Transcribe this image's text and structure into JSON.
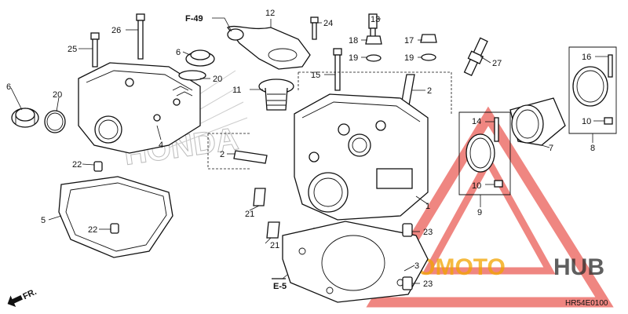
{
  "diagram": {
    "references": {
      "f49": "F-49",
      "e5": "E-5",
      "front": "FR."
    },
    "diagram_code": "HR54E0100",
    "honda_mark": "HONDA",
    "watermark": {
      "part1": "AUTOMOTO",
      "part2": "HUB"
    },
    "callouts": [
      {
        "label": "1"
      },
      {
        "label": "2"
      },
      {
        "label": "2"
      },
      {
        "label": "3"
      },
      {
        "label": "4"
      },
      {
        "label": "5"
      },
      {
        "label": "6"
      },
      {
        "label": "6"
      },
      {
        "label": "7"
      },
      {
        "label": "8"
      },
      {
        "label": "9"
      },
      {
        "label": "10"
      },
      {
        "label": "10"
      },
      {
        "label": "11"
      },
      {
        "label": "12"
      },
      {
        "label": "13"
      },
      {
        "label": "14"
      },
      {
        "label": "15"
      },
      {
        "label": "16"
      },
      {
        "label": "17"
      },
      {
        "label": "18"
      },
      {
        "label": "19"
      },
      {
        "label": "19"
      },
      {
        "label": "20"
      },
      {
        "label": "20"
      },
      {
        "label": "21"
      },
      {
        "label": "21"
      },
      {
        "label": "22"
      },
      {
        "label": "22"
      },
      {
        "label": "23"
      },
      {
        "label": "23"
      },
      {
        "label": "24"
      },
      {
        "label": "25"
      },
      {
        "label": "26"
      },
      {
        "label": "27"
      }
    ],
    "colors": {
      "line": "#111111",
      "watermark_red": "#e2231a",
      "watermark_orange": "#f2a400"
    }
  }
}
